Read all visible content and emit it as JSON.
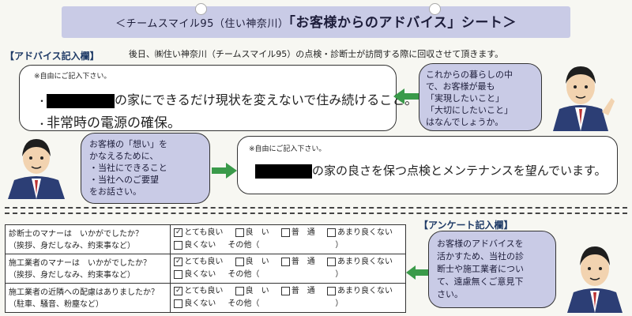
{
  "header": {
    "title_lead": "＜チームスマイル95（住い神奈川）",
    "title_main": "「お客様からのアドバイス」シート＞"
  },
  "instruction": "後日、㈱住い神奈川（チームスマイル95）の点検・診断士が訪問する際に回収させて頂きます。",
  "advice_section": {
    "label": "【アドバイス記入欄】",
    "box1": {
      "note": "※自由にご記入下さい。",
      "line1_suffix": "の家にできるだけ現状を変えないで住み続けること。",
      "line2": "非常時の電源の確保。"
    },
    "box2": {
      "note": "※自由にご記入下さい。",
      "line1_suffix": "の家の良さを保つ点検とメンテナンスを望んでいます。"
    }
  },
  "bubble_right": {
    "lines": [
      "これからの暮らしの中",
      "で、お客様が最も",
      "「実現したいこと」",
      "「大切にしたいこと」",
      "はなんでしょうか。"
    ]
  },
  "bubble_left": {
    "lines": [
      "お客様の「想い」を",
      "かなえるために、",
      "・当社にできること",
      "・当社へのご要望",
      "をお話さい。"
    ]
  },
  "survey_section": {
    "label": "【アンケート記入欄】",
    "rows": [
      {
        "q1": "診断士のマナーは　いかがでしたか？",
        "q2": "（挨拶、身だしなみ、約束事など）"
      },
      {
        "q1": "施工業者のマナーは　いかがでしたか？",
        "q2": "（挨拶、身だしなみ、約束事など）"
      },
      {
        "q1": "施工業者の近隣への配慮はありましたか？",
        "q2": "（駐車、騒音、粉塵など）"
      }
    ],
    "options": {
      "very_good": "とても良い",
      "good": "良　い",
      "normal": "普　通",
      "not_good": "あまり良くない",
      "bad": "良くない",
      "other": "その他（",
      "close": "）"
    },
    "checked": "very_good"
  },
  "bubble_survey": {
    "lines": [
      "お客様のアドバイスを",
      "活かすため、当社の診",
      "断士や施工業者につい",
      "て、遠慮無くご意見下",
      "さい。"
    ]
  }
}
